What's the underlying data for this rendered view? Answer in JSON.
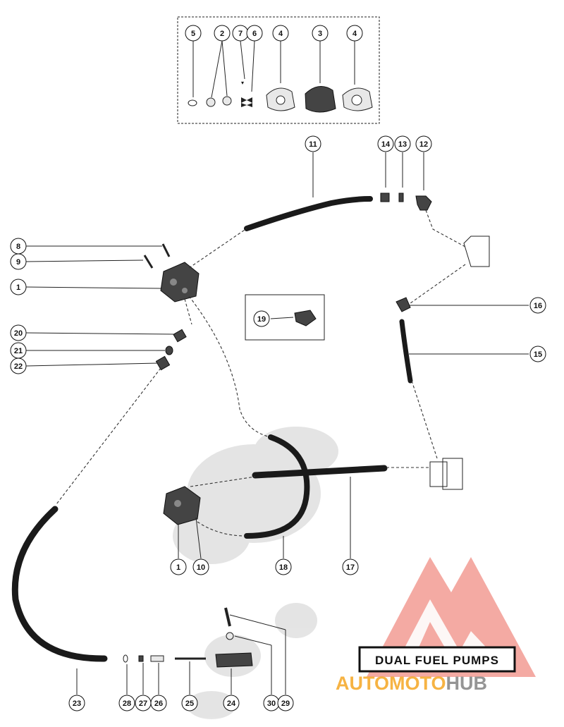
{
  "title": "DUAL FUEL PUMPS",
  "watermark": {
    "brand_part1": "AUTO",
    "brand_part2": "MOTO",
    "brand_part3": "HUB"
  },
  "colors": {
    "ink": "#1a1a1a",
    "logo_red": "#e8483a",
    "logo_orange": "#f5a623",
    "logo_gray": "#9a9a9a"
  },
  "callouts": [
    {
      "id": "c5",
      "label": "5"
    },
    {
      "id": "c2",
      "label": "2"
    },
    {
      "id": "c7",
      "label": "7"
    },
    {
      "id": "c6",
      "label": "6"
    },
    {
      "id": "c4a",
      "label": "4"
    },
    {
      "id": "c3",
      "label": "3"
    },
    {
      "id": "c4b",
      "label": "4"
    },
    {
      "id": "c11",
      "label": "11"
    },
    {
      "id": "c14",
      "label": "14"
    },
    {
      "id": "c13",
      "label": "13"
    },
    {
      "id": "c12",
      "label": "12"
    },
    {
      "id": "c8",
      "label": "8"
    },
    {
      "id": "c9",
      "label": "9"
    },
    {
      "id": "c1a",
      "label": "1"
    },
    {
      "id": "c16",
      "label": "16"
    },
    {
      "id": "c19",
      "label": "19"
    },
    {
      "id": "c20",
      "label": "20"
    },
    {
      "id": "c15",
      "label": "15"
    },
    {
      "id": "c21",
      "label": "21"
    },
    {
      "id": "c22",
      "label": "22"
    },
    {
      "id": "c1b",
      "label": "1"
    },
    {
      "id": "c10",
      "label": "10"
    },
    {
      "id": "c18",
      "label": "18"
    },
    {
      "id": "c17",
      "label": "17"
    },
    {
      "id": "c23",
      "label": "23"
    },
    {
      "id": "c28",
      "label": "28"
    },
    {
      "id": "c27",
      "label": "27"
    },
    {
      "id": "c26",
      "label": "26"
    },
    {
      "id": "c25",
      "label": "25"
    },
    {
      "id": "c24",
      "label": "24"
    },
    {
      "id": "c30",
      "label": "30"
    },
    {
      "id": "c29",
      "label": "29"
    }
  ]
}
